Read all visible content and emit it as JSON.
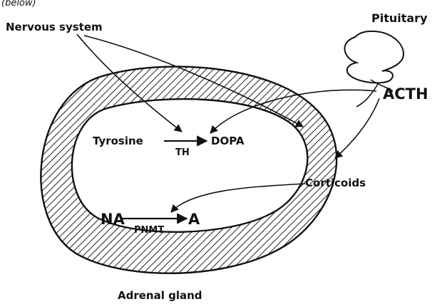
{
  "caption_top": "(below)",
  "labels": {
    "nervous_system": "Nervous system",
    "pituitary": "Pituitary",
    "acth": "ACTH",
    "tyrosine": "Tyrosine",
    "th": "TH",
    "dopa": "DOPA",
    "corticoids": "Corticoids",
    "na": "NA",
    "pnmt": "PNMT",
    "a": "A",
    "adrenal_gland": "Adrenal gland"
  }
}
